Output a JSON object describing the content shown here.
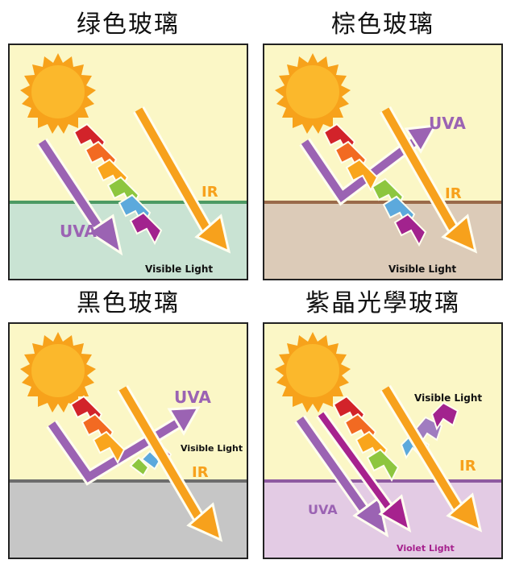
{
  "colors": {
    "sky": "#fbf7c6",
    "sun": "#f7a21b",
    "sun_core": "#fbb82c",
    "uva": "#9b63b3",
    "ir": "#f7a11c",
    "red": "#d2232a",
    "orange": "#f26a22",
    "yellow_orange": "#f9a51c",
    "green": "#8dc63f",
    "blue": "#5ca9dc",
    "magenta": "#a2238e",
    "violet": "#a6228e"
  },
  "panels": [
    {
      "title": "绿色玻璃",
      "glass_color": "#c9e3d3",
      "glass_line": "#4c9a63",
      "labels": {
        "uva": "UVA",
        "ir": "IR",
        "visible": "Visible Light"
      }
    },
    {
      "title": "棕色玻璃",
      "glass_color": "#dccbb8",
      "glass_line": "#9a6a4a",
      "labels": {
        "uva": "UVA",
        "ir": "IR",
        "visible": "Visible Light"
      }
    },
    {
      "title": "黑色玻璃",
      "glass_color": "#c6c6c6",
      "glass_line": "#6c6c6c",
      "labels": {
        "uva": "UVA",
        "ir": "IR",
        "visible": "Visible Light"
      }
    },
    {
      "title": "紫晶光學玻璃",
      "glass_color": "#e3cbe4",
      "glass_line": "#8e5aa0",
      "labels": {
        "uva": "UVA",
        "ir": "IR",
        "visible": "Visible Light",
        "violet": "Violet Light"
      }
    }
  ]
}
